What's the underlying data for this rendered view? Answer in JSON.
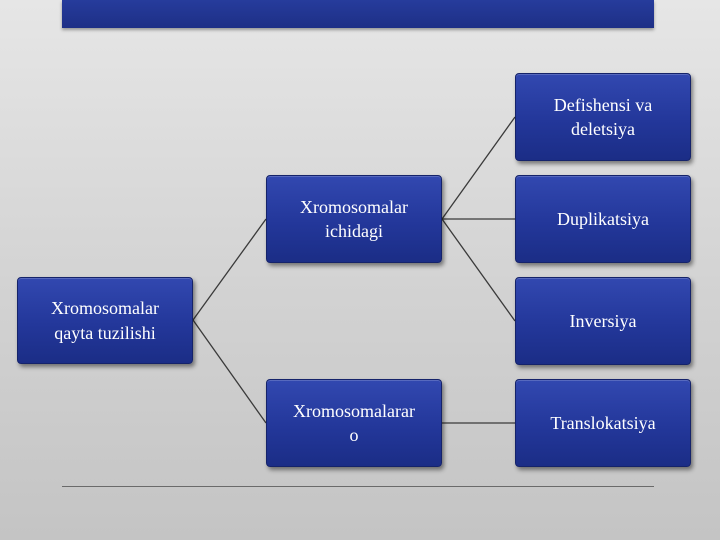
{
  "diagram": {
    "root": {
      "label": "Xromosomalar\nqayta tuzilishi"
    },
    "branches": [
      {
        "label": "Xromosomalar\nichidagi"
      },
      {
        "label": "Xromosomalarar\no"
      }
    ],
    "leaves": [
      {
        "label": "Defishensi va\ndeletsiya"
      },
      {
        "label": "Duplikatsiya"
      },
      {
        "label": "Inversiya"
      },
      {
        "label": "Translokatsiya"
      }
    ]
  },
  "colors": {
    "box_fill": "#23379a",
    "title_bar": "#1e2f86",
    "connector": "#3a3a3a",
    "background": "#d6d6d6"
  }
}
